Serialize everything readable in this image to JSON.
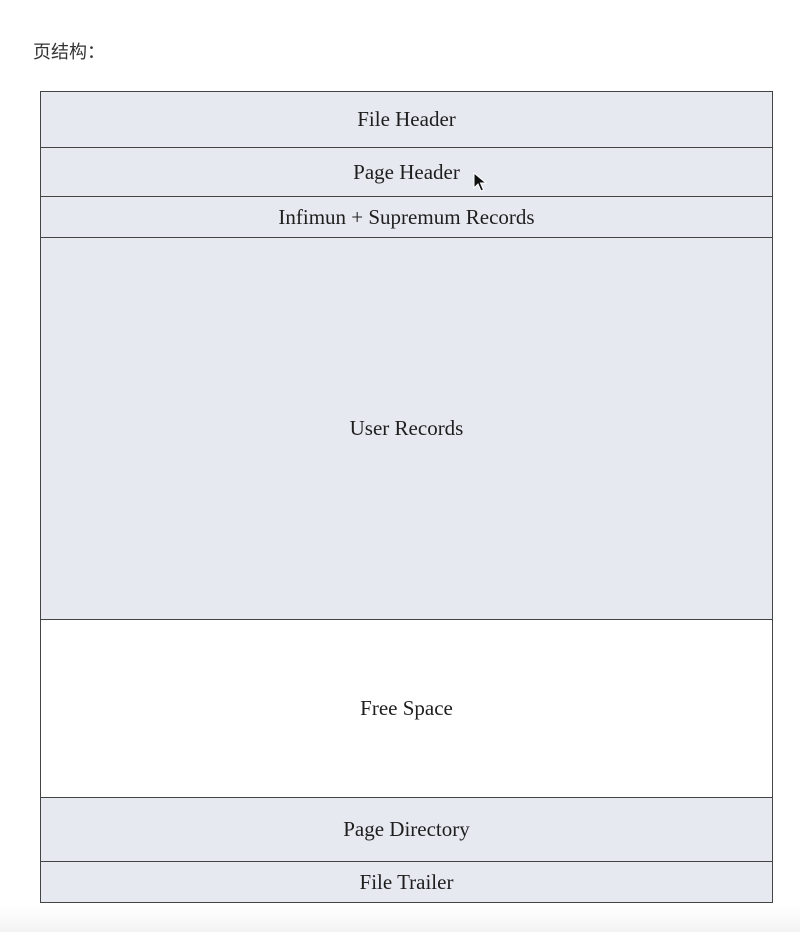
{
  "page": {
    "title": "页结构："
  },
  "diagram": {
    "segments": [
      {
        "label": "File Header"
      },
      {
        "label": "Page Header"
      },
      {
        "label": "Infimun + Supremum Records"
      },
      {
        "label": "User Records"
      },
      {
        "label": "Free Space"
      },
      {
        "label": "Page Directory"
      },
      {
        "label": "File Trailer"
      }
    ]
  },
  "colors": {
    "section_fill": "#e7e9f1",
    "free_space_fill": "#ffffff",
    "border": "#444444"
  },
  "icons": {
    "cursor": "mouse-pointer-icon"
  }
}
